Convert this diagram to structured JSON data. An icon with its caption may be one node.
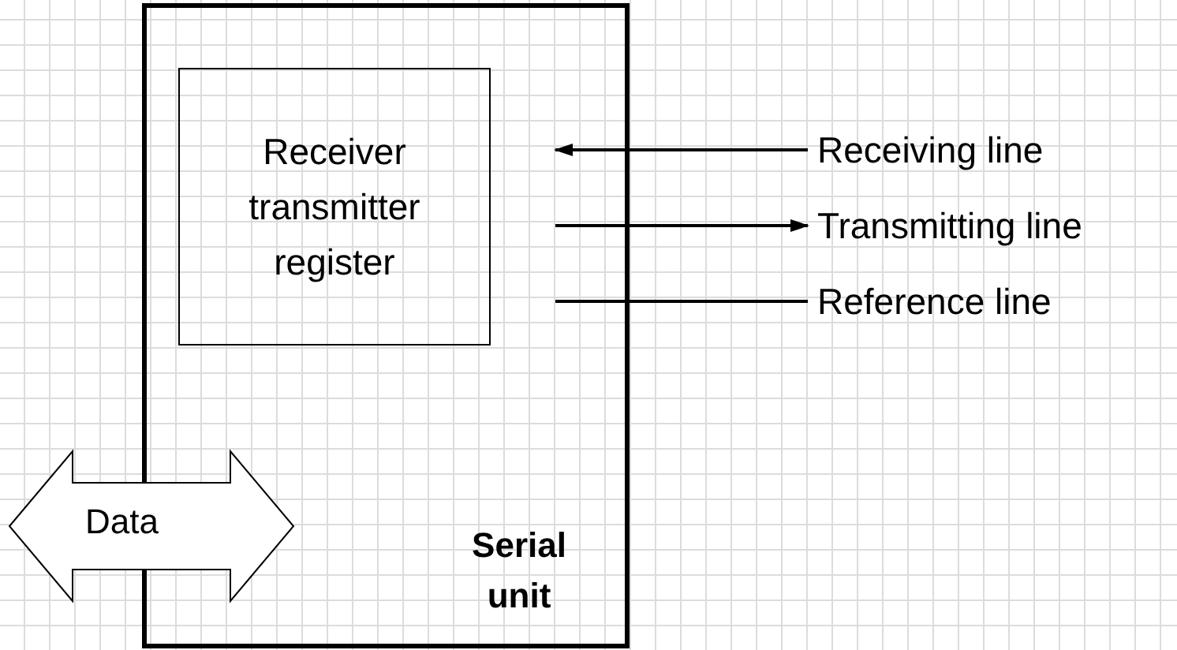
{
  "diagram": {
    "nodes": [
      {
        "text": [
          "Serial unit"
        ]
      },
      {
        "text": [
          "Receiver transmitter register"
        ],
        "in": 0
      },
      {
        "text": [
          "Receiving line"
        ]
      },
      {
        "text": [
          "Transmitting line"
        ]
      },
      {
        "text": [
          "Reference line"
        ]
      },
      {
        "text": [
          "Data"
        ]
      }
    ],
    "edges": [
      {
        "from": 2,
        "to": null,
        "arrow": "to"
      },
      {
        "from": null,
        "to": 3,
        "arrow": "to"
      },
      {
        "from": null,
        "to": 4,
        "arrow": "none"
      }
    ]
  }
}
